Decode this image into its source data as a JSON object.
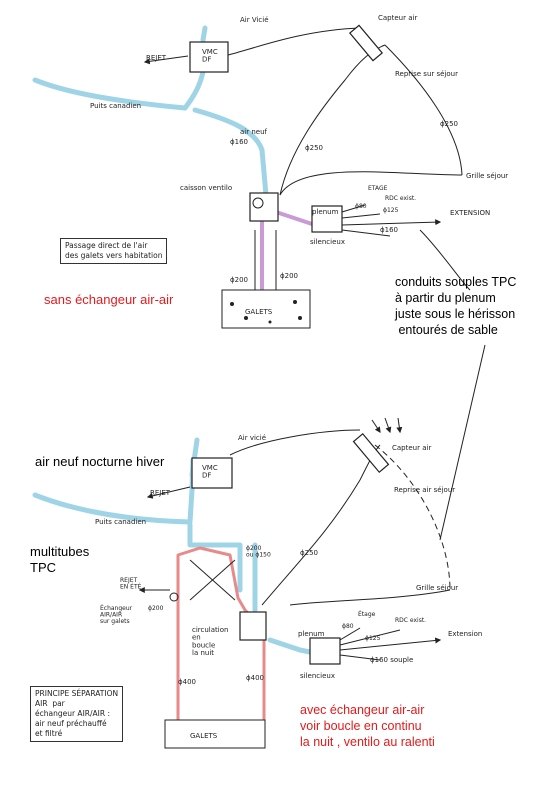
{
  "top": {
    "air_vicie": "Air Vicié",
    "capteur": "Capteur air",
    "vmc": "VMC\nDF",
    "rejet": "REJET",
    "reprise": "Reprise sur séjour",
    "puits": "Puits canadien",
    "air_neuf": "air neuf",
    "d160_a": "ϕ160",
    "d250_a": "ϕ250",
    "d250_b": "ϕ250",
    "grille": "Grille séjour",
    "caisson": "caisson ventilo",
    "etage": "ETAGE",
    "rdc": "RDC exist.",
    "plenum": "plenum",
    "d80": "ϕ80",
    "d125": "ϕ125",
    "extension": "EXTENSION",
    "silencieux": "silencieux",
    "d160_b": "ϕ160",
    "d200_a": "ϕ200",
    "d200_b": "ϕ200",
    "galets": "GALETS",
    "note": "Passage direct de l'air\ndes galets vers habitation",
    "label_red": "sans échangeur air-air",
    "label_black": "conduits souples TPC\nà partir du plenum\njuste sous le hérisson\n entourés de sable"
  },
  "bottom": {
    "air_vicie": "Air vicié",
    "capteur": "Capteur air",
    "vmc": "VMC\nDF",
    "rejet": "REJET",
    "reprise": "Reprise air séjour",
    "puits": "Puits canadien",
    "rejet_ete": "REJET\nEN ÉTÉ",
    "d200_ou_150": "ϕ200\nou ϕ150",
    "d250": "ϕ250",
    "grille": "Grille séjour",
    "echangeur": "Échangeur\nAIR/AIR\nsur galets",
    "d200": "ϕ200",
    "circulation": "circulation\nen\nboucle\nla nuit",
    "etage": "Étage",
    "rdc": "RDC exist.",
    "d80": "ϕ80",
    "plenum": "plenum",
    "d125": "ϕ125",
    "extension": "Extension",
    "silencieux": "silencieux",
    "d160_souple": "ϕ160 souple",
    "d400_a": "ϕ400",
    "d400_b": "ϕ400",
    "galets": "GALETS",
    "principe": "PRINCIPE SÉPARATION\nAIR  par\néchangeur AIR/AIR :\nair neuf préchauffé\net filtré",
    "label_winter": "air neuf nocturne hiver",
    "label_multitubes": "multitubes\nTPC",
    "label_red": "avec échangeur air-air\nvoir boucle en continu\nla nuit , ventilo au ralenti"
  },
  "colors": {
    "duct": "#9fd4e6",
    "loop_red": "#e8898a",
    "bypass_purple": "#c89ad6",
    "annotation_red": "#e41a1c",
    "ink": "#222222"
  }
}
